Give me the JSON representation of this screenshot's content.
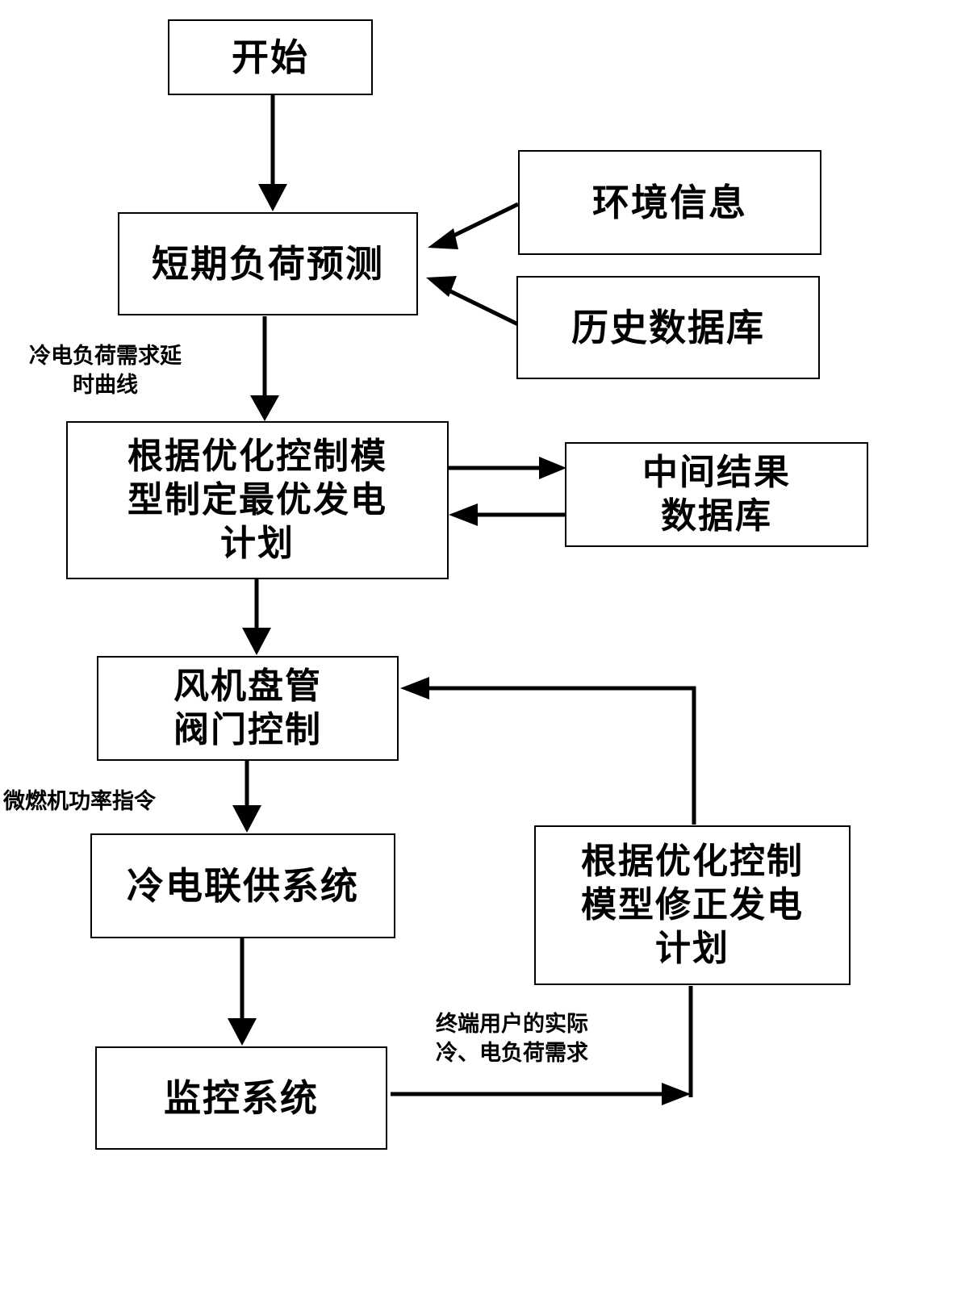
{
  "nodes": {
    "start": "开始",
    "forecast": "短期负荷预测",
    "env_info": "环境信息",
    "history_db": "历史数据库",
    "optimize_line1": "根据优化控制模",
    "optimize_line2": "型制定最优发电",
    "optimize_line3": "计划",
    "intermediate_line1": "中间结果",
    "intermediate_line2": "数据库",
    "fan_coil_line1": "风机盘管",
    "fan_coil_line2": "阀门控制",
    "cchp": "冷电联供系统",
    "monitor": "监控系统",
    "revise_line1": "根据优化控制",
    "revise_line2": "模型修正发电",
    "revise_line3": "计划"
  },
  "edge_labels": {
    "demand_curve_line1": "冷电负荷需求延",
    "demand_curve_line2": "时曲线",
    "turbine_command": "微燃机功率指令",
    "user_demand_line1": "终端用户的实际",
    "user_demand_line2": "冷、电负荷需求"
  }
}
